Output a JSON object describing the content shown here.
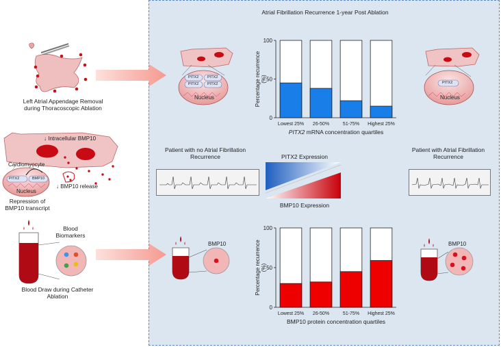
{
  "panel_title": "Atrial Fibrillation Recurrence 1-year Post Ablation",
  "left": {
    "appendage_caption_1": "Left Atrial Appendage Removal",
    "appendage_caption_2": "during Thoracoscopic Ablation",
    "intracellular_label": "↓ Intracellular  BMP10",
    "cardiomyocyte_label": "Cardiomyocyte",
    "release_label": "↓ BMP10 release",
    "nucleus_label": "Nucleus",
    "pitx2_label": "PITX2",
    "bmp10_label": "BMP10",
    "repression_1": "Repression  of",
    "repression_2": "BMP10 transcript",
    "biomarkers_1": "Blood",
    "biomarkers_2": "Biomarkers",
    "blood_draw_1": "Blood Draw during Catheter",
    "blood_draw_2": "Ablation"
  },
  "cells": {
    "nucleus_label": "Nucleus",
    "pitx2_label": "PITX2",
    "bmp10_label": "BMP10"
  },
  "middle": {
    "no_af_1": "Patient with no Atrial Fibrillation",
    "no_af_2": "Recurrence",
    "af_1": "Patient with Atrial Fibrillation",
    "af_2": "Recurrence",
    "pitx2_expression": "PITX2 Expression",
    "bmp10_expression": "BMP10 Expression"
  },
  "colors": {
    "blue": "#1a7ee8",
    "red": "#ee0000",
    "panel_bg": "#dbe6f1",
    "tissue": "#f2c4c4",
    "blood": "#b00a14"
  },
  "chart_data": [
    {
      "type": "bar",
      "stacked_to_100": true,
      "categories": [
        "Lowest  25%",
        "26-50%",
        "51-75%",
        "Highest  25%"
      ],
      "values": [
        45,
        38,
        22,
        15
      ],
      "ylim": [
        0,
        100
      ],
      "yticks": [
        "0",
        "50",
        "100"
      ],
      "ylabel_1": "Percentage recurrence",
      "ylabel_2": "(%)",
      "xlabel_em": "PITX2",
      "xlabel_rest": " mRNA concentration quartiles",
      "color": "#1a7ee8"
    },
    {
      "type": "bar",
      "stacked_to_100": true,
      "categories": [
        "Lowest  25%",
        "26-50%",
        "51-75%",
        "Highest  25%"
      ],
      "values": [
        30,
        32,
        45,
        59
      ],
      "ylim": [
        0,
        100
      ],
      "yticks": [
        "0",
        "50",
        "100"
      ],
      "ylabel_1": "Percentage recurrence",
      "ylabel_2": "(%)",
      "xlabel_em": "",
      "xlabel_rest": "BMP10 protein concentration quartiles",
      "color": "#ee0000"
    }
  ]
}
